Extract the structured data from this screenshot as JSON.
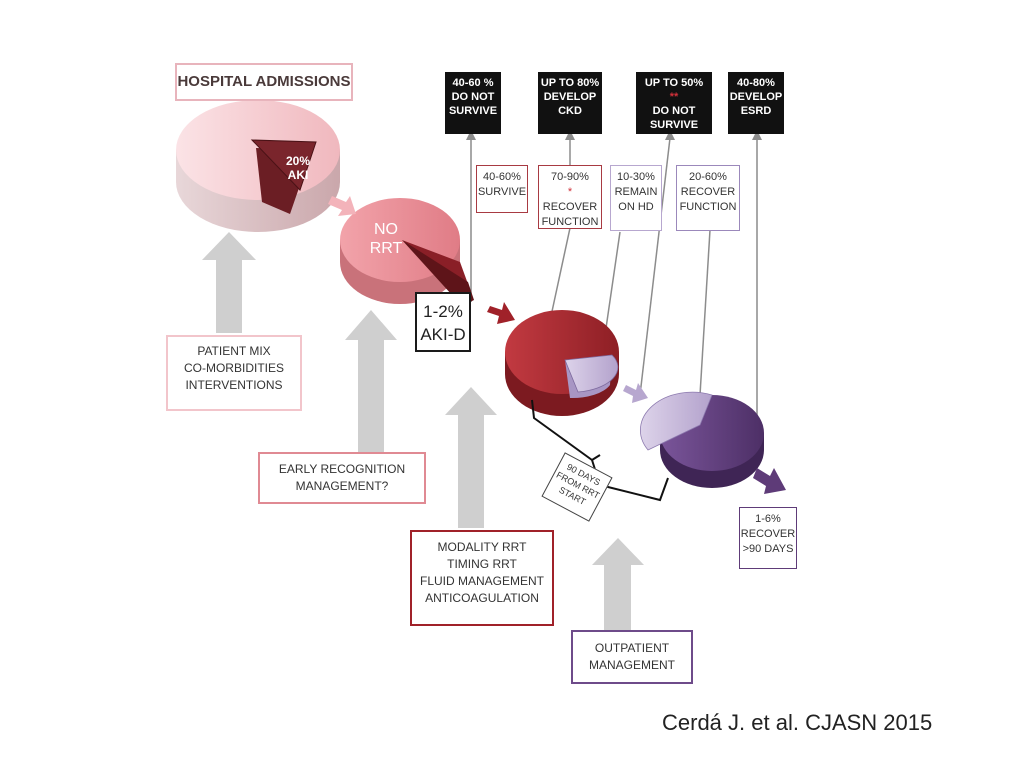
{
  "title": "HOSPITAL ADMISSIONS",
  "pies": {
    "aki": "20% AKI",
    "no_rrt": [
      "NO",
      "RRT"
    ],
    "aki_d": [
      "1-2%",
      "AKI-D"
    ]
  },
  "outcomes_top": [
    [
      "40-60 %",
      "DO NOT",
      "SURVIVE"
    ],
    [
      "UP TO 80%",
      "DEVELOP",
      "CKD"
    ],
    [
      "UP TO 50%",
      "DO NOT",
      "SURVIVE"
    ],
    [
      "40-80%",
      "DEVELOP",
      "ESRD"
    ]
  ],
  "outcomes_top_marks": {
    "ckd_star": "",
    "survive_star": "**"
  },
  "outcomes_mid": [
    [
      "40-60%",
      "SURVIVE"
    ],
    [
      "70-90%",
      "RECOVER",
      "FUNCTION"
    ],
    [
      "10-30%",
      "REMAIN",
      "ON HD"
    ],
    [
      "20-60%",
      "RECOVER",
      "FUNCTION"
    ]
  ],
  "outcomes_mid_marks": {
    "recover_star": "*"
  },
  "recover_late": [
    "1-6%",
    "RECOVER",
    ">90 DAYS"
  ],
  "days_note": [
    "90 DAYS",
    "FROM RRT",
    "START"
  ],
  "factors": {
    "patient": [
      "PATIENT MIX",
      "CO-MORBIDITIES",
      "INTERVENTIONS"
    ],
    "early": [
      "EARLY RECOGNITION",
      "MANAGEMENT?"
    ],
    "modality": [
      "MODALITY RRT",
      "TIMING RRT",
      "FLUID MANAGEMENT",
      "ANTICOAGULATION"
    ],
    "outpatient": [
      "OUTPATIENT",
      "MANAGEMENT"
    ]
  },
  "citation": "Cerdá J. et al. CJASN 2015",
  "colors": {
    "pink_light": "#f3c6cb",
    "pink": "#e58a92",
    "red": "#b02a32",
    "lavender": "#c3b4d8",
    "purple": "#5e3b78",
    "gray_arrow": "#cfcfcf"
  }
}
